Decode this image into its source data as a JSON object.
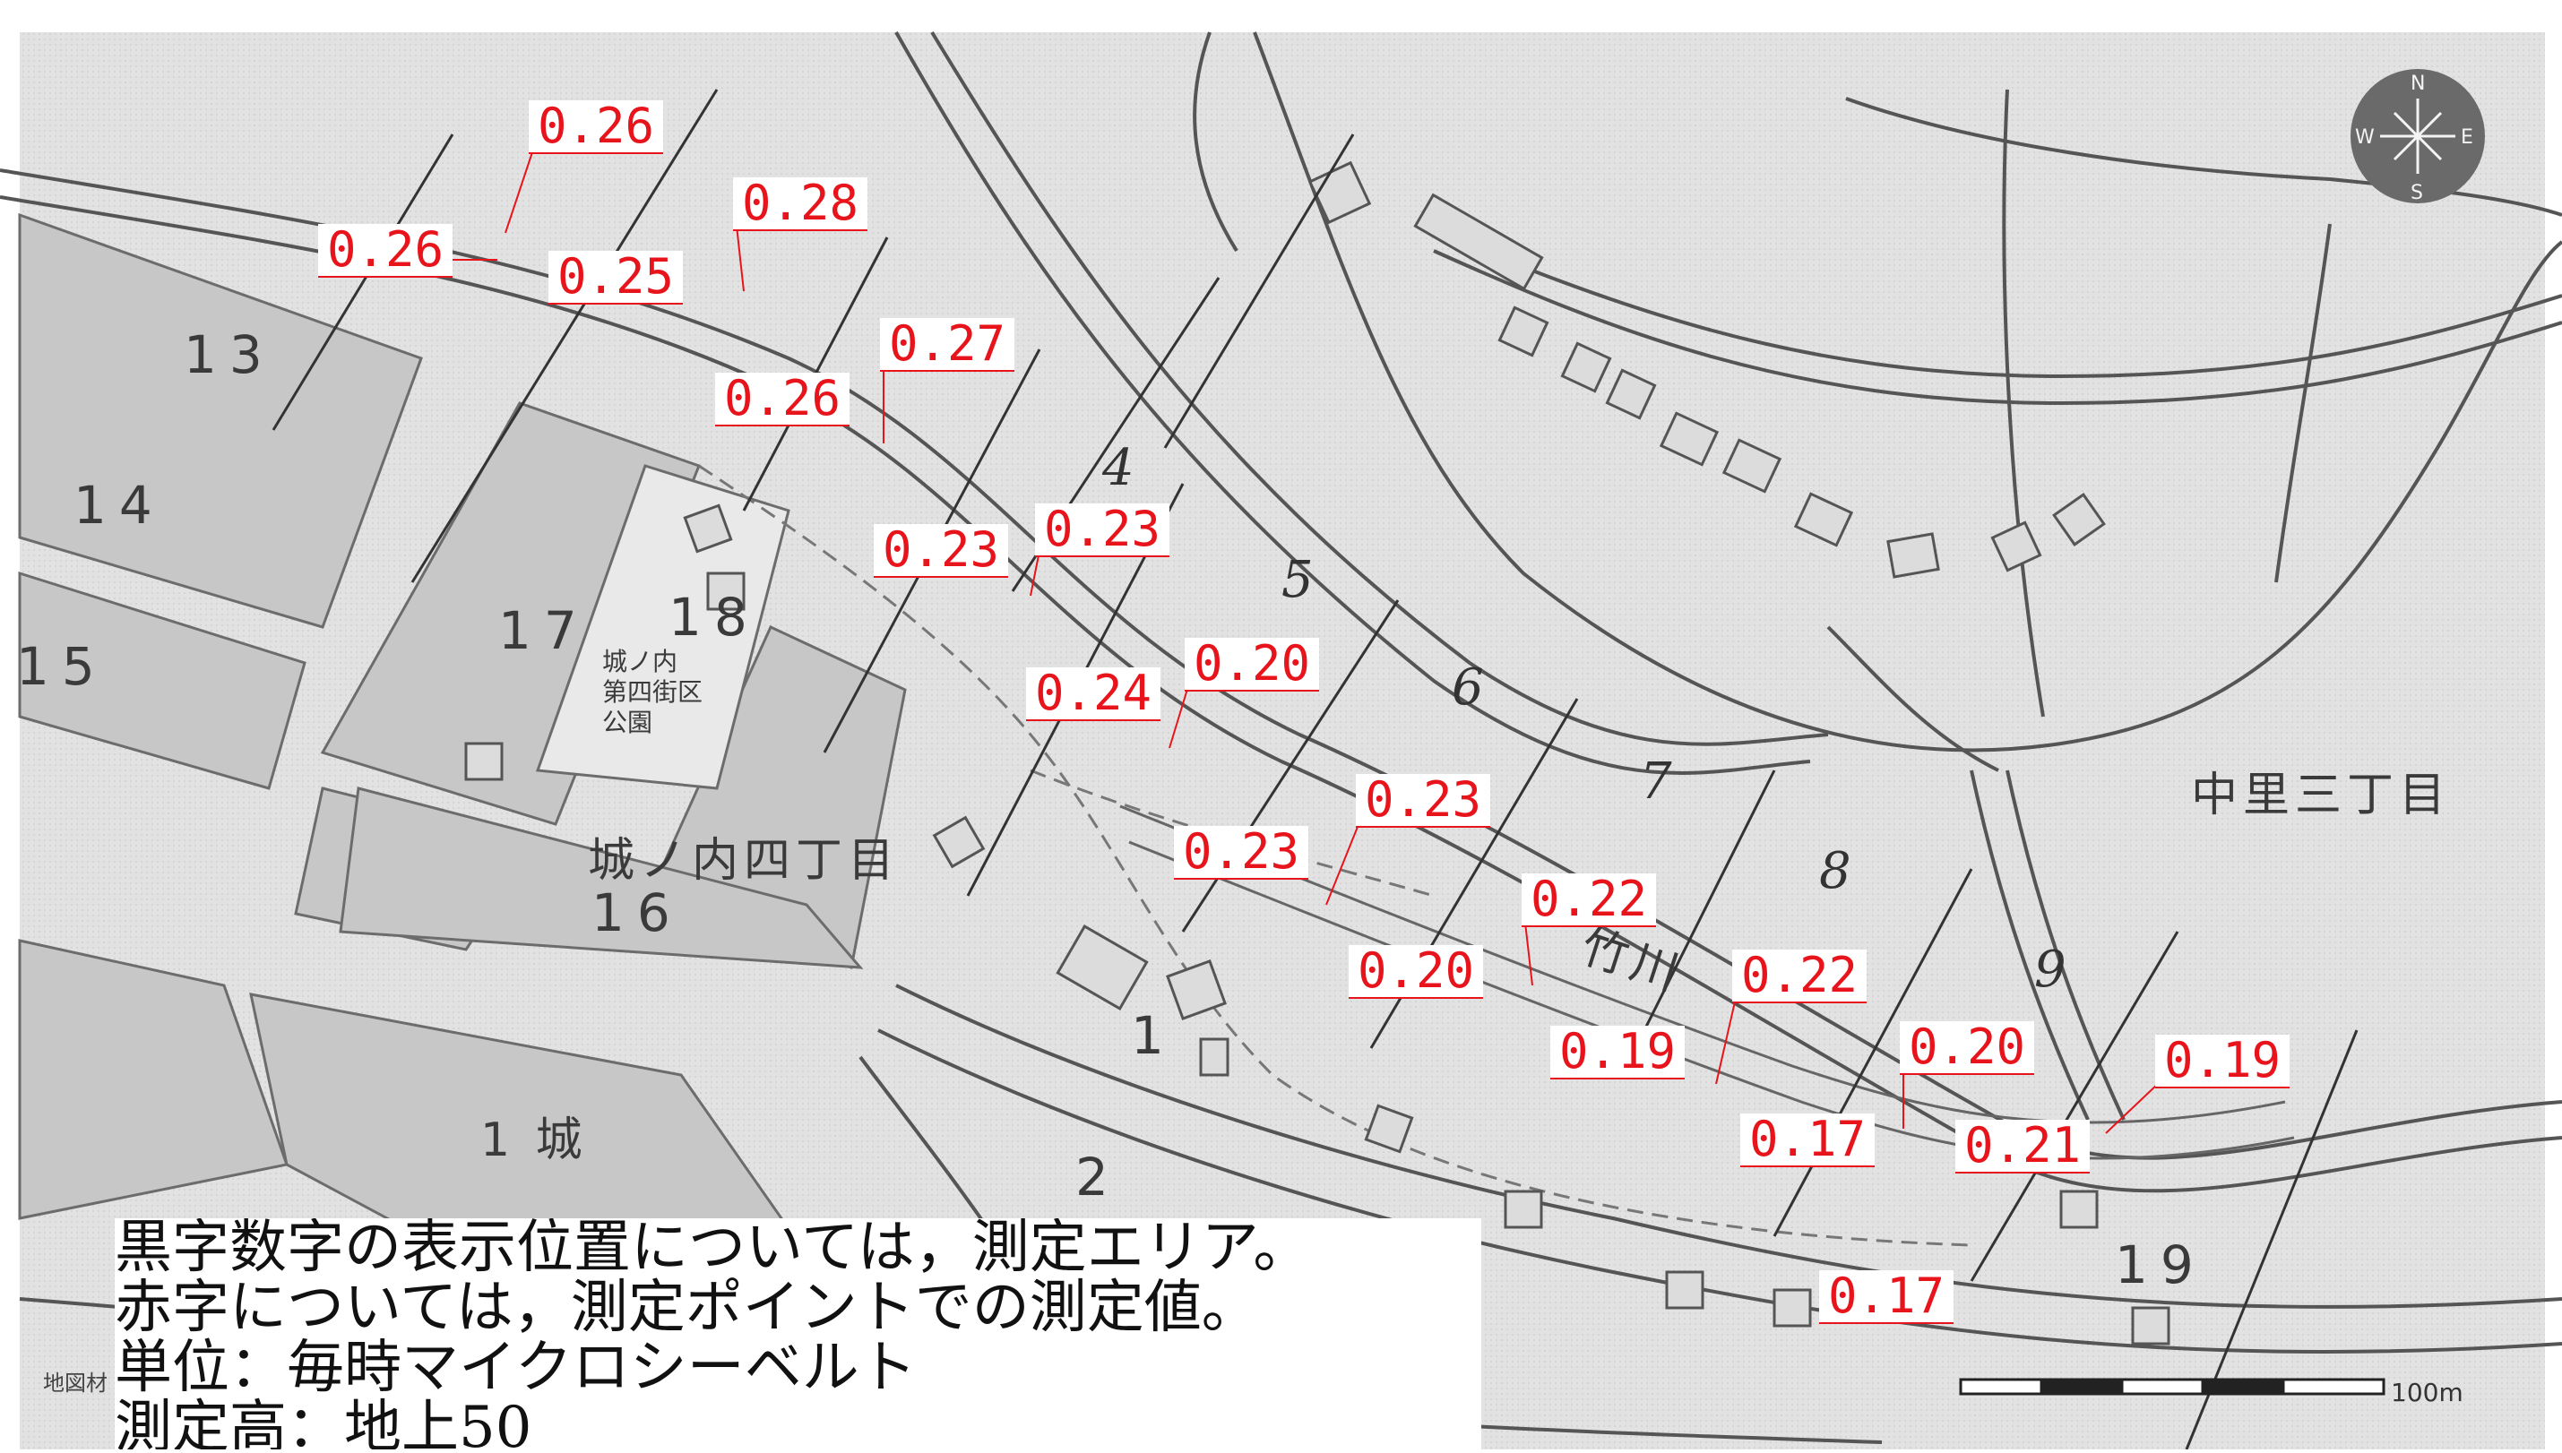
{
  "measurements": [
    {
      "value": "0.26",
      "label": [
        590,
        112
      ]
    },
    {
      "value": "0.26",
      "label": [
        355,
        250
      ]
    },
    {
      "value": "0.25",
      "label": [
        612,
        280
      ]
    },
    {
      "value": "0.28",
      "label": [
        818,
        198
      ]
    },
    {
      "value": "0.27",
      "label": [
        982,
        355
      ]
    },
    {
      "value": "0.26",
      "label": [
        798,
        416
      ]
    },
    {
      "value": "0.23",
      "label": [
        1155,
        562
      ]
    },
    {
      "value": "0.23",
      "label": [
        975,
        585
      ]
    },
    {
      "value": "0.20",
      "label": [
        1322,
        712
      ]
    },
    {
      "value": "0.24",
      "label": [
        1145,
        745
      ]
    },
    {
      "value": "0.23",
      "label": [
        1513,
        864
      ]
    },
    {
      "value": "0.23",
      "label": [
        1310,
        922
      ]
    },
    {
      "value": "0.22",
      "label": [
        1698,
        975
      ]
    },
    {
      "value": "0.20",
      "label": [
        1505,
        1055
      ]
    },
    {
      "value": "0.22",
      "label": [
        1933,
        1060
      ]
    },
    {
      "value": "0.19",
      "label": [
        1730,
        1145
      ]
    },
    {
      "value": "0.20",
      "label": [
        2120,
        1140
      ]
    },
    {
      "value": "0.19",
      "label": [
        2405,
        1155
      ]
    },
    {
      "value": "0.17",
      "label": [
        1942,
        1243
      ]
    },
    {
      "value": "0.21",
      "label": [
        2182,
        1250
      ]
    },
    {
      "value": "0.17",
      "label": [
        2030,
        1418
      ]
    }
  ],
  "areas": [
    "1",
    "2",
    "4",
    "5",
    "6",
    "7",
    "8",
    "9",
    "13",
    "14",
    "15",
    "16",
    "17",
    "18",
    "19"
  ],
  "town_names": {
    "jounouchi": "城ノ内四丁目",
    "nakazato": "中里三丁目",
    "jou": "1 城"
  },
  "park": {
    "line1": "城ノ内",
    "line2": "第四街区",
    "line3": "公園"
  },
  "river": {
    "name": "竹川"
  },
  "compass": {
    "n": "N",
    "s": "S",
    "e": "E",
    "w": "W"
  },
  "scale": {
    "text": "100m"
  },
  "credit": "地図材",
  "legend": {
    "line1": "黒字数字の表示位置については，測定エリア。",
    "line2": "赤字については，測定ポイントでの測定値。",
    "line3": "単位：毎時マイクロシーベルト",
    "line4": "測定高：地上50"
  },
  "colors": {
    "label_red": "#e8141c",
    "map_bg": "#e3e3e3",
    "block": "#c9c9c9",
    "line": "#555555"
  }
}
